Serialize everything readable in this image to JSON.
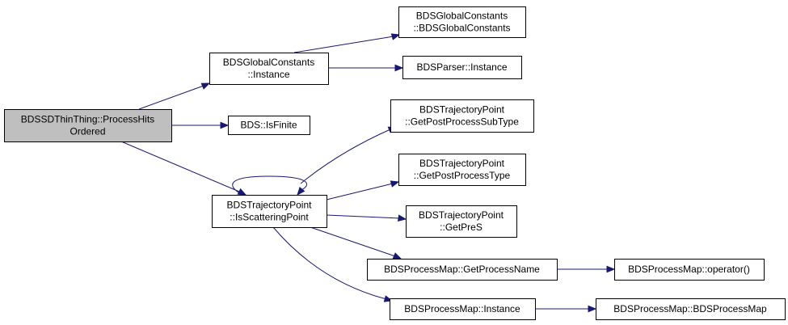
{
  "colors": {
    "edge": "#191970",
    "node_fill": "#ffffff",
    "root_fill": "#bfbfbf",
    "node_border": "#000000"
  },
  "nodes": {
    "root": {
      "lines": [
        "BDSSDThinThing::ProcessHits",
        "Ordered"
      ],
      "highlighted": true
    },
    "gc_instance": {
      "lines": [
        "BDSGlobalConstants",
        "::Instance"
      ]
    },
    "gc_ctor": {
      "lines": [
        "BDSGlobalConstants",
        "::BDSGlobalConstants"
      ]
    },
    "parser_instance": {
      "lines": [
        "BDSParser::Instance"
      ]
    },
    "isfinite": {
      "lines": [
        "BDS::IsFinite"
      ]
    },
    "tp_isscattering": {
      "lines": [
        "BDSTrajectoryPoint",
        "::IsScatteringPoint"
      ]
    },
    "tp_postsubtype": {
      "lines": [
        "BDSTrajectoryPoint",
        "::GetPostProcessSubType"
      ]
    },
    "tp_posttype": {
      "lines": [
        "BDSTrajectoryPoint",
        "::GetPostProcessType"
      ]
    },
    "tp_pres": {
      "lines": [
        "BDSTrajectoryPoint",
        "::GetPreS"
      ]
    },
    "pm_getname": {
      "lines": [
        "BDSProcessMap::GetProcessName"
      ]
    },
    "pm_operator": {
      "lines": [
        "BDSProcessMap::operator()"
      ]
    },
    "pm_instance": {
      "lines": [
        "BDSProcessMap::Instance"
      ]
    },
    "pm_ctor": {
      "lines": [
        "BDSProcessMap::BDSProcessMap"
      ]
    }
  },
  "edges": [
    [
      "root",
      "gc_instance"
    ],
    [
      "root",
      "isfinite"
    ],
    [
      "root",
      "tp_isscattering"
    ],
    [
      "gc_instance",
      "gc_ctor"
    ],
    [
      "gc_instance",
      "parser_instance"
    ],
    [
      "tp_isscattering",
      "tp_isscattering"
    ],
    [
      "tp_isscattering",
      "tp_postsubtype"
    ],
    [
      "tp_isscattering",
      "tp_posttype"
    ],
    [
      "tp_isscattering",
      "tp_pres"
    ],
    [
      "tp_isscattering",
      "pm_getname"
    ],
    [
      "tp_isscattering",
      "pm_instance"
    ],
    [
      "pm_getname",
      "pm_operator"
    ],
    [
      "pm_instance",
      "pm_ctor"
    ]
  ]
}
